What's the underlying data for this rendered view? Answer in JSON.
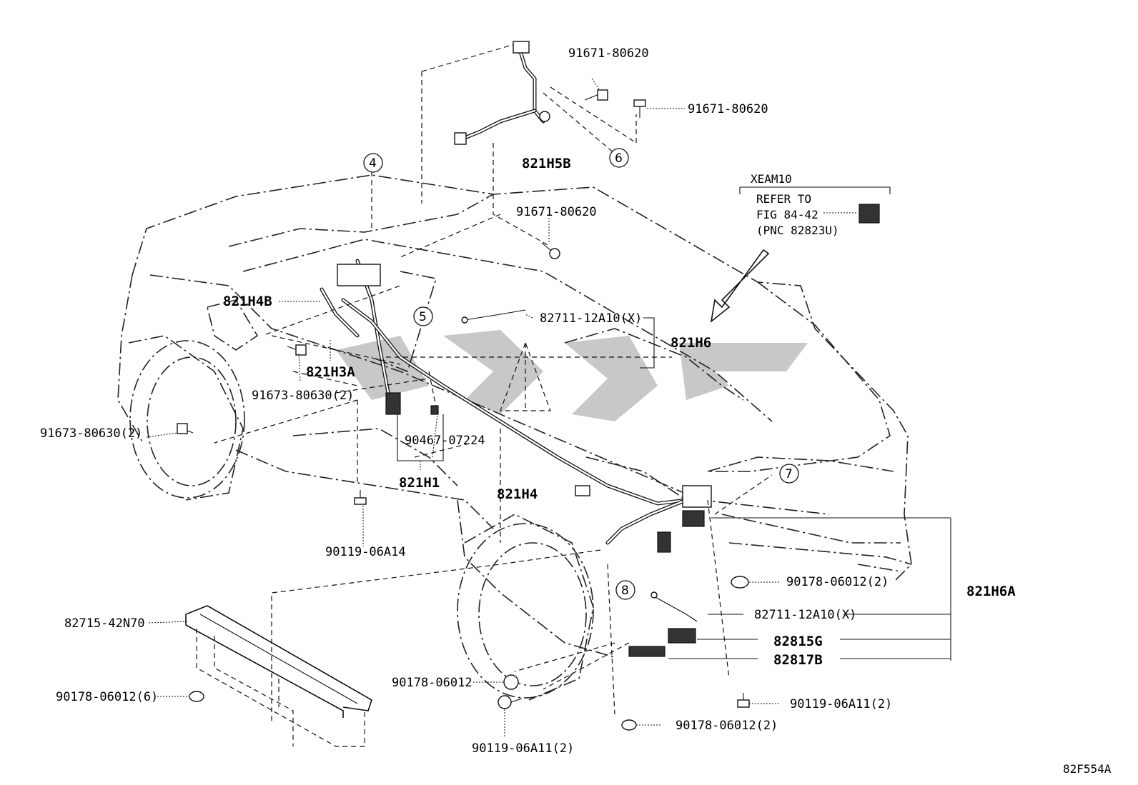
{
  "figure_id": "82F554A",
  "note": {
    "code": "XEAM10",
    "line1": "REFER TO",
    "line2": "FIG 84-42",
    "line3": "(PNC 82823U)"
  },
  "callouts": [
    "4",
    "5",
    "6",
    "7",
    "8"
  ],
  "group_labels": {
    "h5b": "821H5B",
    "h4b": "821H4B",
    "h3a": "821H3A",
    "h6": "821H6",
    "h1": "821H1",
    "h4": "821H4",
    "h6a": "821H6A",
    "c815g": "82815G",
    "c817b": "82817B"
  },
  "part_labels": {
    "p1": "91671-80620",
    "p2": "91671-80620",
    "p3": "91671-80620",
    "p4": "82711-12A10(X)",
    "p5": "91673-80630(2)",
    "p6": "91673-80630(2)",
    "p7": "90467-07224",
    "p8": "90119-06A14",
    "p9": "90178-06012(2)",
    "p10": "82711-12A10(X)",
    "p11": "82715-42N70",
    "p12": "90178-06012(6)",
    "p13": "90178-06012",
    "p14": "90119-06A11(2)",
    "p15": "90178-06012(2)",
    "p16": "90119-06A11(2)"
  }
}
